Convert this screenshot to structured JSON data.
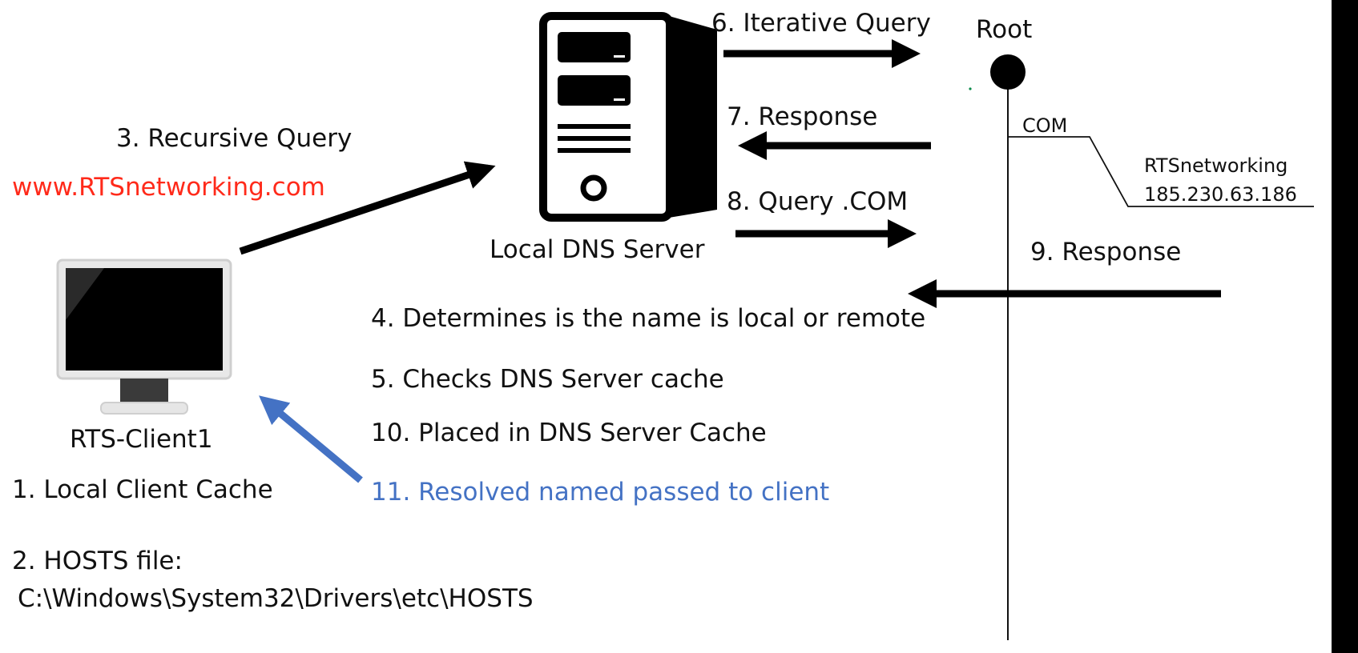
{
  "labels": {
    "recursive_query": "3. Recursive Query",
    "domain": "www.RTSnetworking.com",
    "client_name": "RTS-Client1",
    "local_cache": "1. Local Client Cache",
    "hosts_file": "2. HOSTS file:",
    "hosts_path": "C:\\Windows\\System32\\Drivers\\etc\\HOSTS",
    "local_dns_server": "Local DNS Server",
    "iterative_query": "6. Iterative Query",
    "response_7": "7. Response",
    "query_com": "8. Query .COM",
    "response_9": "9. Response",
    "determines": "4. Determines is the name is local or remote",
    "checks_cache": "5. Checks DNS Server cache",
    "placed_cache": "10. Placed in DNS Server Cache",
    "resolved": "11. Resolved named passed to client",
    "root": "Root",
    "com": "COM",
    "rts_host": "RTSnetworking",
    "rts_ip": "185.230.63.186"
  },
  "colors": {
    "domain_text": "#ff2a1a",
    "resolved_text": "#4472c4",
    "resolved_arrow": "#4472c4",
    "arrows": "#000000"
  },
  "icons": {
    "server": "server-tower-icon",
    "client": "desktop-monitor-icon",
    "root": "root-node-icon"
  }
}
